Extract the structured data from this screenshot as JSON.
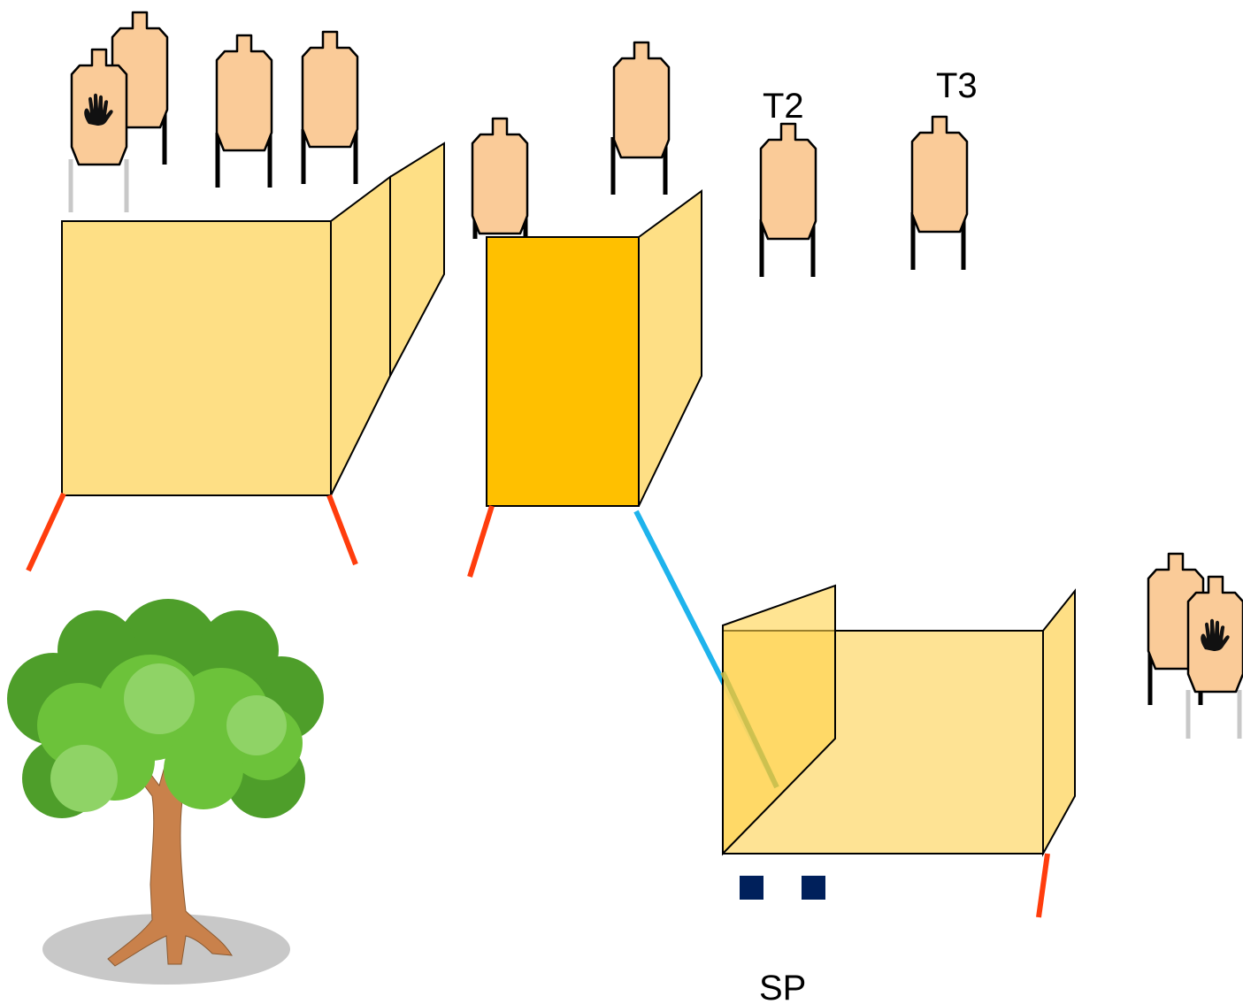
{
  "labels": {
    "t2": "T2",
    "t3": "T3",
    "start_position": "SP"
  },
  "colors": {
    "target": "#FACB98",
    "wall": "#FEDF85",
    "wall_highlight": "#FFC000",
    "fault_line": "#FF3D0D",
    "sight_line": "#1EB3EC",
    "start_marker": "#00205B",
    "leg": "#000000",
    "no_shoot_leg": "#C8C8C8",
    "tree_foliage": "#6CC23A",
    "tree_trunk": "#C9814B",
    "tree_shadow": "#C8C8C8"
  },
  "icons": {
    "no_shoot": "hand-icon",
    "target": "silhouette-target-icon",
    "tree": "tree-icon"
  }
}
